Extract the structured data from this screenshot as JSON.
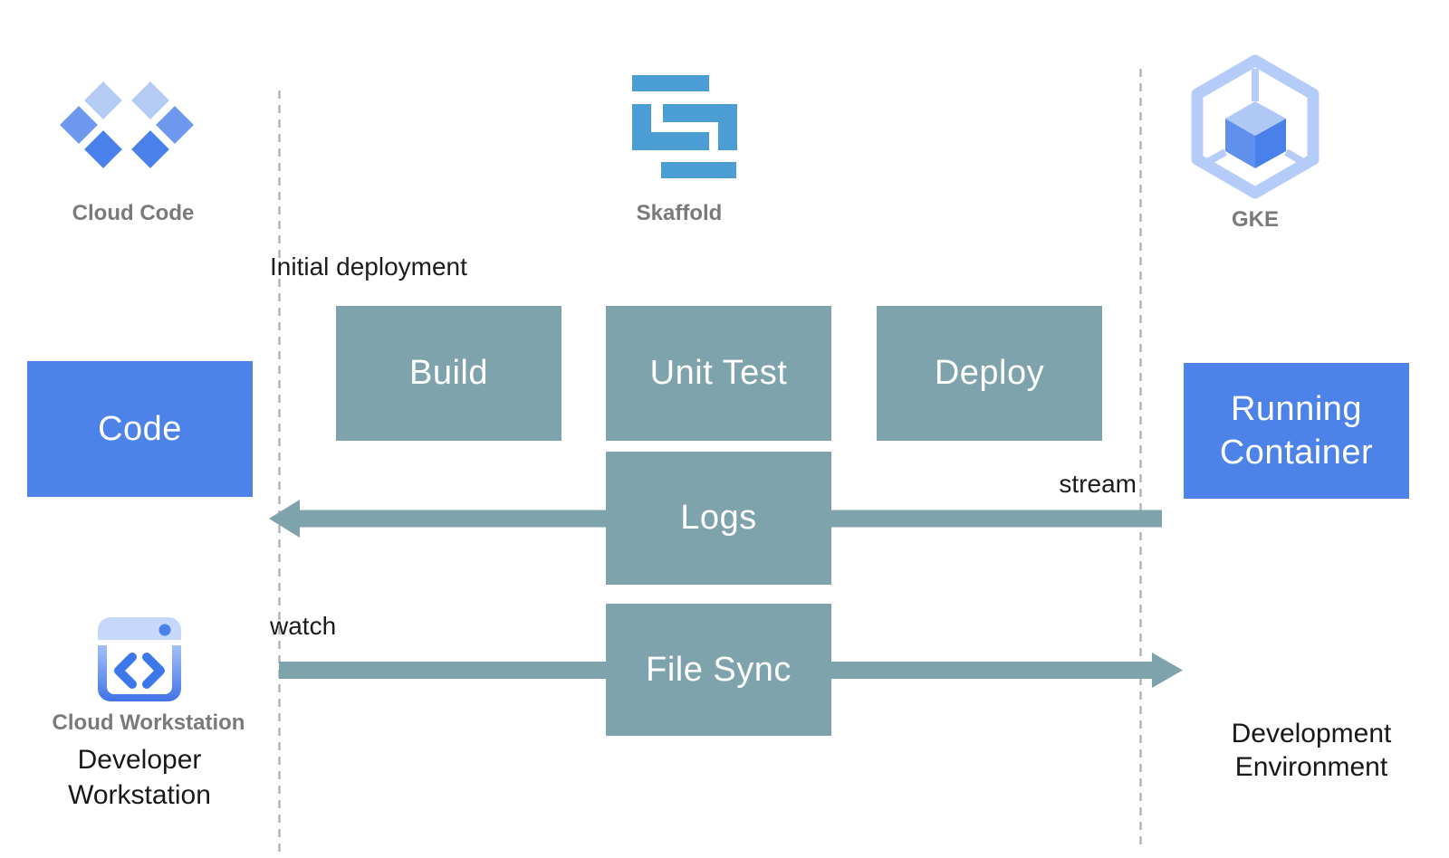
{
  "icons": {
    "cloud_code": {
      "label": "Cloud Code"
    },
    "skaffold": {
      "label": "Skaffold"
    },
    "gke": {
      "label": "GKE"
    },
    "cloud_workstation": {
      "label": "Cloud Workstation"
    }
  },
  "boxes": {
    "code": {
      "label": "Code"
    },
    "build": {
      "label": "Build"
    },
    "unit_test": {
      "label": "Unit Test"
    },
    "deploy": {
      "label": "Deploy"
    },
    "logs": {
      "label": "Logs"
    },
    "file_sync": {
      "label": "File Sync"
    },
    "running_container": {
      "label": "Running Container"
    }
  },
  "annotations": {
    "initial_deployment": "Initial deployment",
    "stream": "stream",
    "watch": "watch"
  },
  "zones": {
    "developer_workstation": "Developer Workstation",
    "development_environment": "Development Environment"
  },
  "colors": {
    "process_box": "#7FA3AC",
    "arrow": "#7FA3AC",
    "artifact_box": "#4D82E8",
    "skaffold_blue": "#4A9ED3",
    "dashed_line": "#AFB5BA",
    "caption_gray": "#7A7A7A",
    "text_black": "#1C1C1C",
    "diamond_light": "#B4CBF5",
    "diamond_medium": "#6D98ED",
    "diamond_dark": "#4A80E9",
    "gke_outline": "#B6CCF8",
    "cube_top": "#B0C8F6",
    "cube_left": "#6090EE",
    "cube_right": "#4A80E9",
    "ws_band": "#C5D8FA",
    "ws_dot": "#4A80E9",
    "ws_chevron": "#3D78EA",
    "ws_border_top": "#A3C0F6",
    "ws_border_bottom": "#4273E8"
  }
}
